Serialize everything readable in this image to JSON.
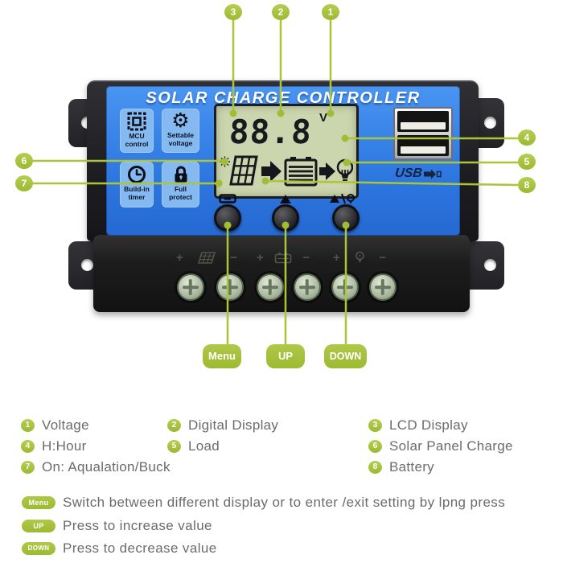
{
  "device": {
    "title": "SOLAR CHARGE CONTROLLER",
    "tiles": [
      {
        "line1": "MCU",
        "line2": "control"
      },
      {
        "line1": "Settable",
        "line2": "voltage"
      },
      {
        "line1": "Build-in",
        "line2": "timer"
      },
      {
        "line1": "Full",
        "line2": "protect"
      }
    ],
    "lcd": {
      "value": "88.8",
      "unit": "V"
    },
    "usb_label": "USB",
    "terminals": {
      "plus": "+",
      "minus": "−"
    },
    "button_pills": [
      {
        "label": "Menu"
      },
      {
        "label": "UP"
      },
      {
        "label": "DOWN"
      }
    ]
  },
  "callouts": {
    "c1": "1",
    "c2": "2",
    "c3": "3",
    "c4": "4",
    "c5": "5",
    "c6": "6",
    "c7": "7",
    "c8": "8"
  },
  "legend": {
    "items": [
      {
        "num": "1",
        "label": "Voltage"
      },
      {
        "num": "2",
        "label": "Digital Display"
      },
      {
        "num": "3",
        "label": "LCD Display"
      },
      {
        "num": "4",
        "label": "H:Hour"
      },
      {
        "num": "5",
        "label": "Load"
      },
      {
        "num": "6",
        "label": "Solar Panel Charge"
      },
      {
        "num": "7",
        "label": "On: Aqualation/Buck"
      },
      {
        "num": "8",
        "label": "Battery"
      }
    ]
  },
  "instructions": [
    {
      "key": "Menu",
      "text": "Switch between different display or to enter /exit setting by lpng press"
    },
    {
      "key": "UP",
      "text": "Press to increase value"
    },
    {
      "key": "DOWN",
      "text": "Press to decrease value"
    }
  ],
  "colors": {
    "callout_green": "#a6c13b",
    "panel_blue": "#2f79e2",
    "lcd_green": "#ccd6ae"
  }
}
